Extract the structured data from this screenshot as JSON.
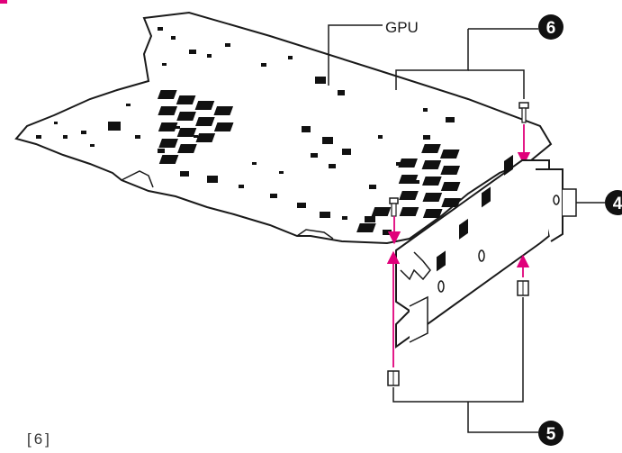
{
  "diagram": {
    "gpu_label": "GPU",
    "callouts": {
      "screws": "6",
      "nuts": "5",
      "bracket": "4"
    },
    "page_label": "[6]"
  },
  "colors": {
    "line": "#1a1a1a",
    "arrow": "#e0007a",
    "callout_bg": "#111111",
    "callout_text": "#ffffff",
    "pcb_fill": "#ffffff",
    "chip_fill": "#111111"
  }
}
